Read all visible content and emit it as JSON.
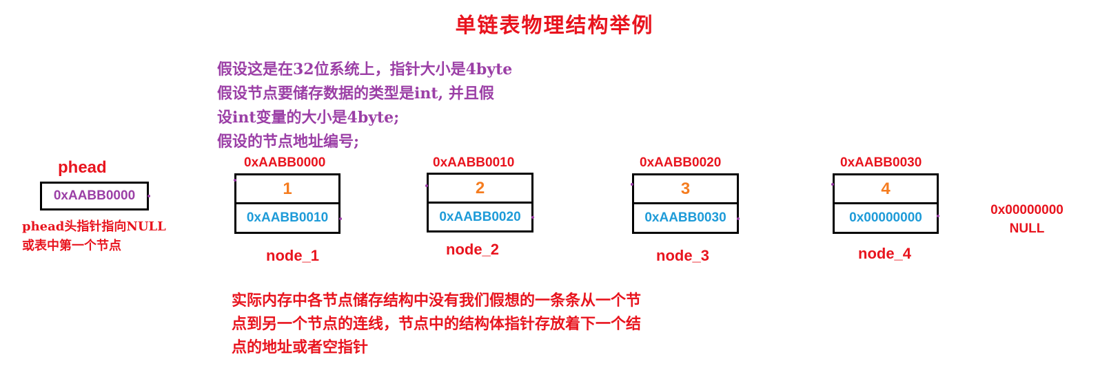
{
  "title": "单链表物理结构举例",
  "note_lines": [
    "假设这是在32位系统上，指针大小是4byte",
    "假设节点要储存数据的类型是int, 并且假",
    "设int变量的大小是4byte;",
    "假设的节点地址编号;"
  ],
  "phead": {
    "label": "phead",
    "value": "0xAABB0000",
    "note_lines": [
      "phead头指针指向NULL",
      "或表中第一个节点"
    ]
  },
  "nodes": [
    {
      "address": "0xAABB0000",
      "data": "1",
      "next": "0xAABB0010",
      "name": "node_1"
    },
    {
      "address": "0xAABB0010",
      "data": "2",
      "next": "0xAABB0020",
      "name": "node_2"
    },
    {
      "address": "0xAABB0020",
      "data": "3",
      "next": "0xAABB0030",
      "name": "node_3"
    },
    {
      "address": "0xAABB0030",
      "data": "4",
      "next": "0x00000000",
      "name": "node_4"
    }
  ],
  "null_end": {
    "address": "0x00000000",
    "label": "NULL"
  },
  "bottom_note_lines": [
    "实际内存中各节点储存结构中没有我们假想的一条条从一个节",
    "点到另一个节点的连线，节点中的结构体指针存放着下一个结",
    "点的地址或者空指针"
  ],
  "colors": {
    "red": "#e8141e",
    "purple": "#9b3fa6",
    "orange": "#f57c1f",
    "blue": "#1e9bd8"
  }
}
